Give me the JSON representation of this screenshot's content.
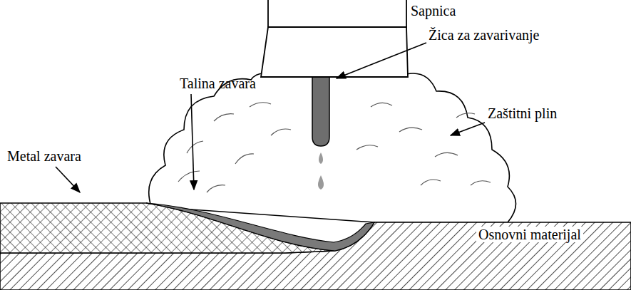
{
  "diagram": {
    "labels": [
      "Sapnica",
      "Žica za zavarivanje",
      "Talina zavara",
      "Zaštitni plin",
      "Metal zavara",
      "Osnovni materijal"
    ]
  }
}
